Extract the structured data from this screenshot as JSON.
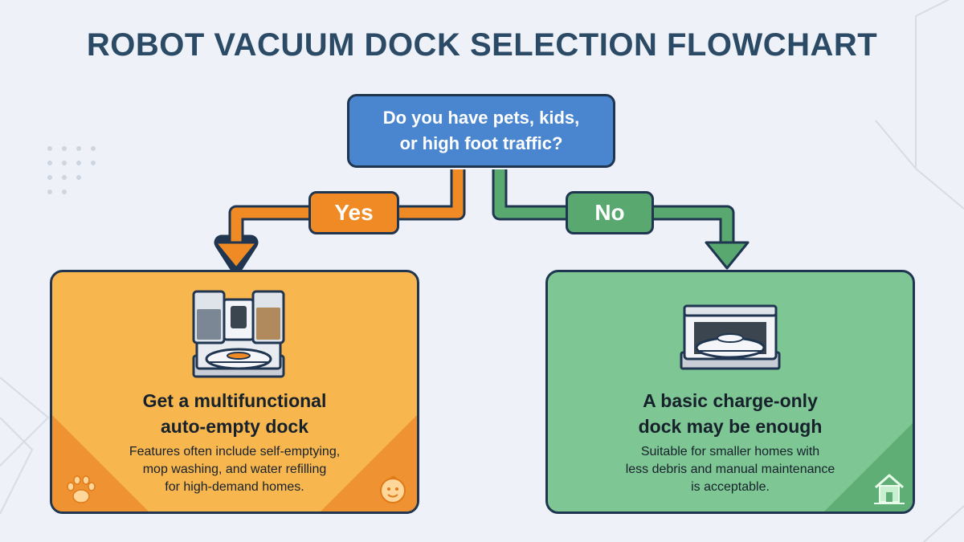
{
  "title": "ROBOT VACUUM DOCK SELECTION FLOWCHART",
  "question": "Do you have pets, kids,\nor high foot traffic?",
  "branches": {
    "yes": {
      "label": "Yes",
      "heading": "Get a multifunctional\nauto-empty dock",
      "body": "Features often include self-emptying,\nmop washing, and water refilling\nfor high-demand homes.",
      "icons": [
        "multifunctional-dock-icon",
        "paw-icon",
        "baby-icon"
      ]
    },
    "no": {
      "label": "No",
      "heading": "A basic charge-only\ndock may be enough",
      "body": "Suitable for smaller homes with\nless debris and manual maintenance\nis acceptable.",
      "icons": [
        "charge-dock-icon",
        "house-icon"
      ]
    }
  },
  "colors": {
    "background": "#eef2f8",
    "title": "#2b4a66",
    "question": "#4a86cf",
    "yes": "#f08a24",
    "yes_card": "#f7b64e",
    "no": "#58a86f",
    "no_card": "#7ec693",
    "outline": "#1f3550"
  }
}
